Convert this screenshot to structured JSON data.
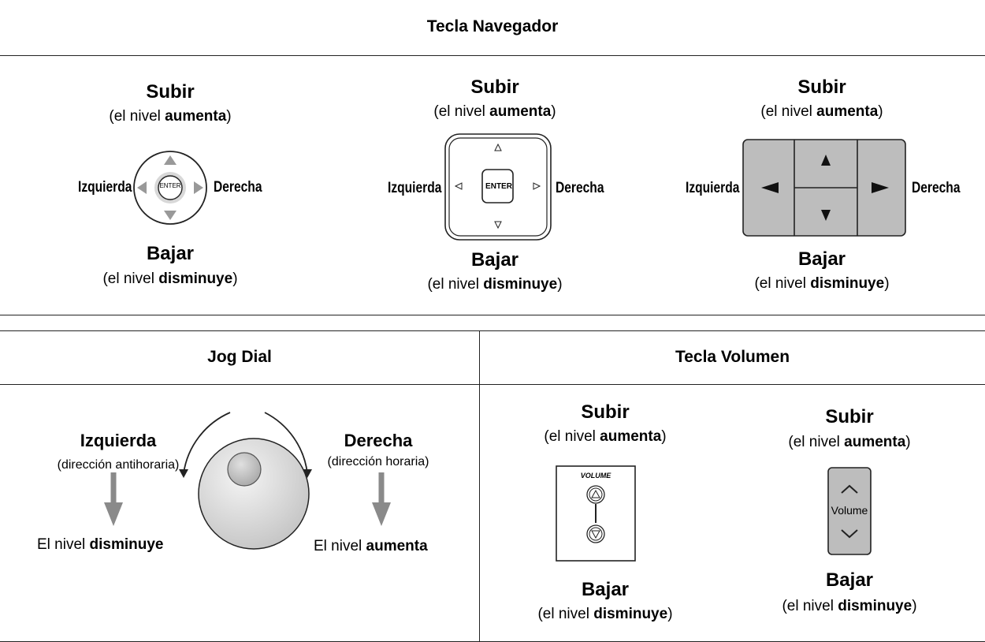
{
  "top_panel": {
    "header": "Tecla Navegador",
    "up_label": "Subir",
    "up_desc_pre": "(el nivel ",
    "up_desc_bold": "aumenta",
    "up_desc_post": ")",
    "down_label": "Bajar",
    "down_desc_pre": "(el nivel ",
    "down_desc_bold": "disminuye",
    "down_desc_post": ")",
    "left_label": "Izquierda",
    "right_label": "Derecha",
    "enter_label": "ENTER"
  },
  "jog_dial": {
    "header": "Jog Dial",
    "left_title": "Izquierda",
    "left_desc": "(dirección antihoraria)",
    "left_result_pre": "El nivel ",
    "left_result_bold": "disminuye",
    "right_title": "Derecha",
    "right_desc": "(dirección horaria)",
    "right_result_pre": "El nivel ",
    "right_result_bold": "aumenta"
  },
  "volume": {
    "header": "Tecla Volumen",
    "up_label": "Subir",
    "up_desc_pre": "(el nivel ",
    "up_desc_bold": "aumenta",
    "up_desc_post": ")",
    "down_label": "Bajar",
    "down_desc_pre": "(el nivel ",
    "down_desc_bold": "disminuye",
    "down_desc_post": ")",
    "volume_caps": "VOLUME",
    "volume_word": "Volume"
  }
}
